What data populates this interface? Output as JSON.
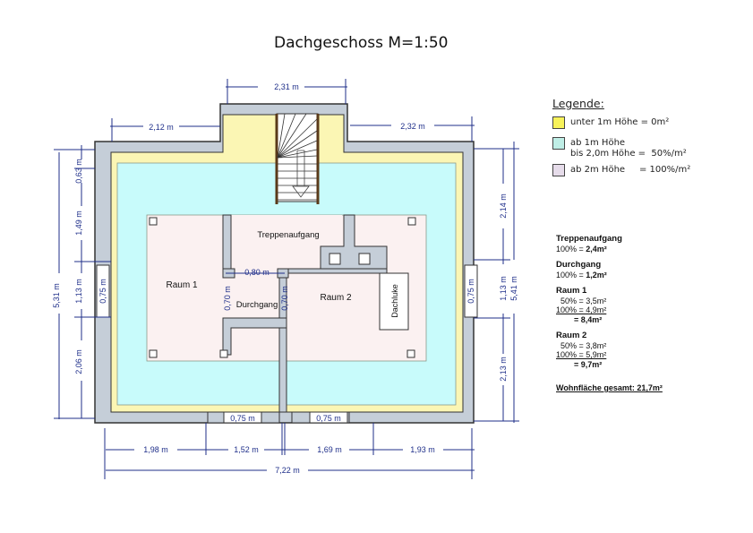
{
  "title": "Dachgeschoss M=1:50",
  "colors": {
    "wall": "#c5ced8",
    "wall_outline": "#333333",
    "zone_under_1m": "#fbf6b4",
    "zone_1m_to_2m": "#c8fbfb",
    "zone_over_2m": "#fbf1f1",
    "dimension_line": "#1f2f8a",
    "legend_yellow": "#f7f25a",
    "legend_cyan": "#bfeee6",
    "legend_pink": "#e6dcea"
  },
  "legend": {
    "title": "Legende:",
    "items": [
      {
        "label": "unter 1m Höhe = 0m²",
        "color": "#f7f25a"
      },
      {
        "label": "ab 1m Höhe\nbis 2,0m Höhe =  50%/m²",
        "color": "#bfeee6"
      },
      {
        "label": "ab 2m Höhe     = 100%/m²",
        "color": "#e6dcea"
      }
    ]
  },
  "rooms": {
    "treppenaufgang": "Treppenaufgang",
    "raum1": "Raum 1",
    "raum2": "Raum 2",
    "durchgang": "Durchgang",
    "dachluke": "Dachluke"
  },
  "dimensions": {
    "top_stair_width": "2,31 m",
    "top_left": "2,12 m",
    "top_right": "2,32 m",
    "left_total": "5,31 m",
    "left_1": "0,63 m",
    "left_2": "1,49 m",
    "left_3": "1,13 m",
    "left_4": "2,06 m",
    "left_window": "0,75 m",
    "right_total": "5,41 m",
    "right_1": "2,14 m",
    "right_2": "1,13 m",
    "right_3": "2,13 m",
    "right_window": "0,75 m",
    "door_width": "0,80 m",
    "passage_left": "0,70 m",
    "passage_right": "0,70 m",
    "bottom_window_left": "0,75 m",
    "bottom_window_right": "0,75 m",
    "bottom_1": "1,98 m",
    "bottom_2": "1,52 m",
    "bottom_3": "1,69 m",
    "bottom_4": "1,93 m",
    "bottom_total": "7,22 m"
  },
  "areas": {
    "treppenaufgang": {
      "name": "Treppenaufgang",
      "line1": "100% = ",
      "value1": "2,4m²"
    },
    "durchgang": {
      "name": "Durchgang",
      "line1": "100% = ",
      "value1": "1,2m²"
    },
    "raum1": {
      "name": "Raum 1",
      "line1": "50% = 3,5m²",
      "line2": "100% = 4,9m²",
      "total": "= 8,4m²"
    },
    "raum2": {
      "name": "Raum 2",
      "line1": "50% = 3,8m²",
      "line2": "100% = 5,9m²",
      "total": "= 9,7m²"
    },
    "total": "Wohnfläche gesamt: 21,7m²"
  }
}
